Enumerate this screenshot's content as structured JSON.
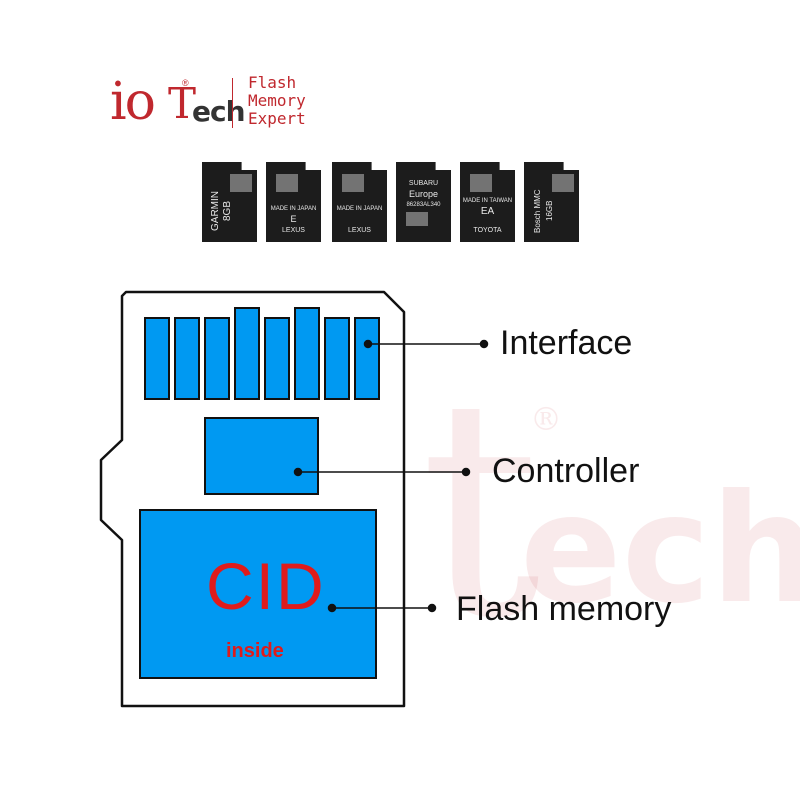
{
  "logo": {
    "name": "iotech",
    "io": "io",
    "t": "T",
    "ech": "ech",
    "registered": "®",
    "tagline": [
      "Flash",
      "Memory",
      "Expert"
    ]
  },
  "cards": [
    {
      "brand": "GARMIN",
      "capacity": "8GB",
      "note": ""
    },
    {
      "brand": "LEXUS",
      "capacity": "",
      "note": "MADE IN JAPAN",
      "code": "E"
    },
    {
      "brand": "LEXUS",
      "capacity": "",
      "note": "MADE IN JAPAN",
      "code": ""
    },
    {
      "brand": "SUBARU",
      "capacity": "",
      "note": "Europe",
      "code": "86283AL340"
    },
    {
      "brand": "TOYOTA",
      "capacity": "",
      "note": "MADE IN TAIWAN",
      "code": "EA"
    },
    {
      "brand": "Bosch MMC",
      "capacity": "16GB",
      "note": ""
    }
  ],
  "diagram": {
    "labels": {
      "interface": "Interface",
      "controller": "Controller",
      "flash": "Flash memory"
    },
    "cid": "CID",
    "inside": "inside"
  },
  "colors": {
    "block": "#0099f2",
    "outline": "#111111",
    "brand_red": "#c0282e",
    "cid_red": "#e01b1b"
  }
}
